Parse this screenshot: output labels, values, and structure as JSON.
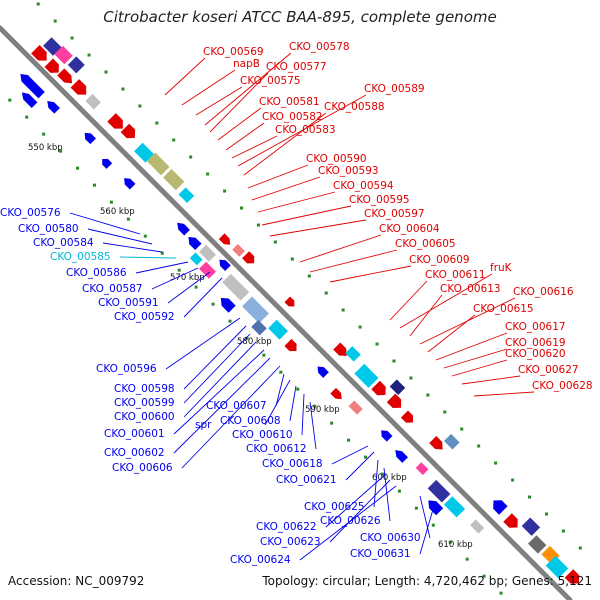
{
  "title": "Citrobacter koseri ATCC BAA-895, complete genome",
  "accession": "Accession: NC_009792",
  "info": "Topology: circular; Length: 4,720,462 bp; Genes: 5,121",
  "colors": {
    "forward": "#e00000",
    "reverse": "#0000ee",
    "backbone": "#808080",
    "highlight": "#00b8d8",
    "tick": "#2a8a2a"
  },
  "kbp_ticks": [
    "550 kbp",
    "560 kbp",
    "570 kbp",
    "580 kbp",
    "590 kbp",
    "600 kbp",
    "610 kbp"
  ],
  "right_labels": [
    "CKO_00569",
    "napB",
    "CKO_00575",
    "CKO_00578",
    "CKO_00577",
    "CKO_00581",
    "CKO_00582",
    "CKO_00583",
    "CKO_00589",
    "CKO_00588",
    "CKO_00590",
    "CKO_00593",
    "CKO_00594",
    "CKO_00595",
    "CKO_00597",
    "CKO_00604",
    "CKO_00605",
    "CKO_00609",
    "CKO_00611",
    "fruK",
    "CKO_00613",
    "CKO_00616",
    "CKO_00615",
    "CKO_00617",
    "CKO_00619",
    "CKO_00620",
    "CKO_00627",
    "CKO_00628"
  ],
  "left_labels": [
    "CKO_00576",
    "CKO_00580",
    "CKO_00584",
    "CKO_00585",
    "CKO_00586",
    "CKO_00587",
    "CKO_00591",
    "CKO_00592",
    "CKO_00596",
    "CKO_00598",
    "CKO_00599",
    "CKO_00600",
    "CKO_00601",
    "CKO_00602",
    "CKO_00606",
    "CKO_00607",
    "spr",
    "CKO_00608",
    "CKO_00610",
    "CKO_00612",
    "CKO_00618",
    "CKO_00621",
    "CKO_00625",
    "CKO_00626",
    "CKO_00622",
    "CKO_00623",
    "CKO_00630",
    "CKO_00624",
    "CKO_00631"
  ],
  "highlighted_label": "CKO_00585"
}
